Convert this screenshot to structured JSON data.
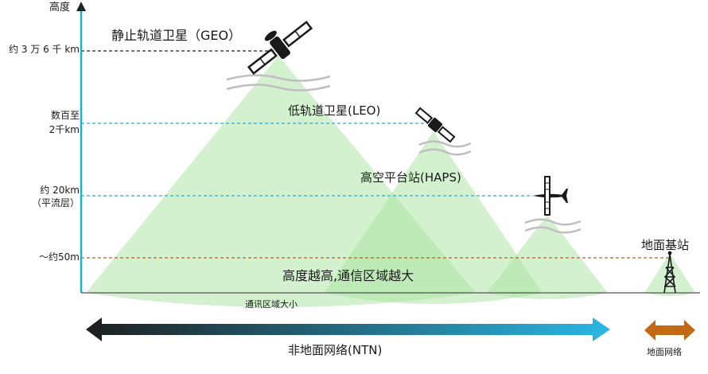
{
  "diagram": {
    "axis_title": "高度",
    "altitude_labels": {
      "geo": "约 3 万 6 千 km",
      "leo_line1": "数百至",
      "leo_line2": "2千km",
      "haps_line1": "约 20km",
      "haps_line2": "（平流层）",
      "ground": "～约50m"
    },
    "platform_labels": {
      "geo": "静止轨道卫星（GEO）",
      "leo": "低轨道卫星(LEO)",
      "haps": "高空平台站(HAPS)",
      "base_station": "地面基站"
    },
    "caption": "高度越高,通信区域越大",
    "coverage_label": "通讯区域大小",
    "ntn_label": "非地面网络(NTN)",
    "tn_label": "地面网络",
    "icons": [
      "geo-satellite-icon",
      "leo-satellite-icon",
      "haps-aircraft-icon",
      "cell-tower-icon"
    ],
    "colors": {
      "axis": "#19b3d8",
      "geo_line": "#222222",
      "leo_line": "#2aa8d8",
      "haps_line": "#2aa8d8",
      "ground_line": "#b5651d",
      "coverage_fill": "#a8e4a0",
      "ntn_arrow_start": "#1e1e1e",
      "ntn_arrow_end": "#29b8e5",
      "tn_arrow": "#c26a13"
    }
  }
}
